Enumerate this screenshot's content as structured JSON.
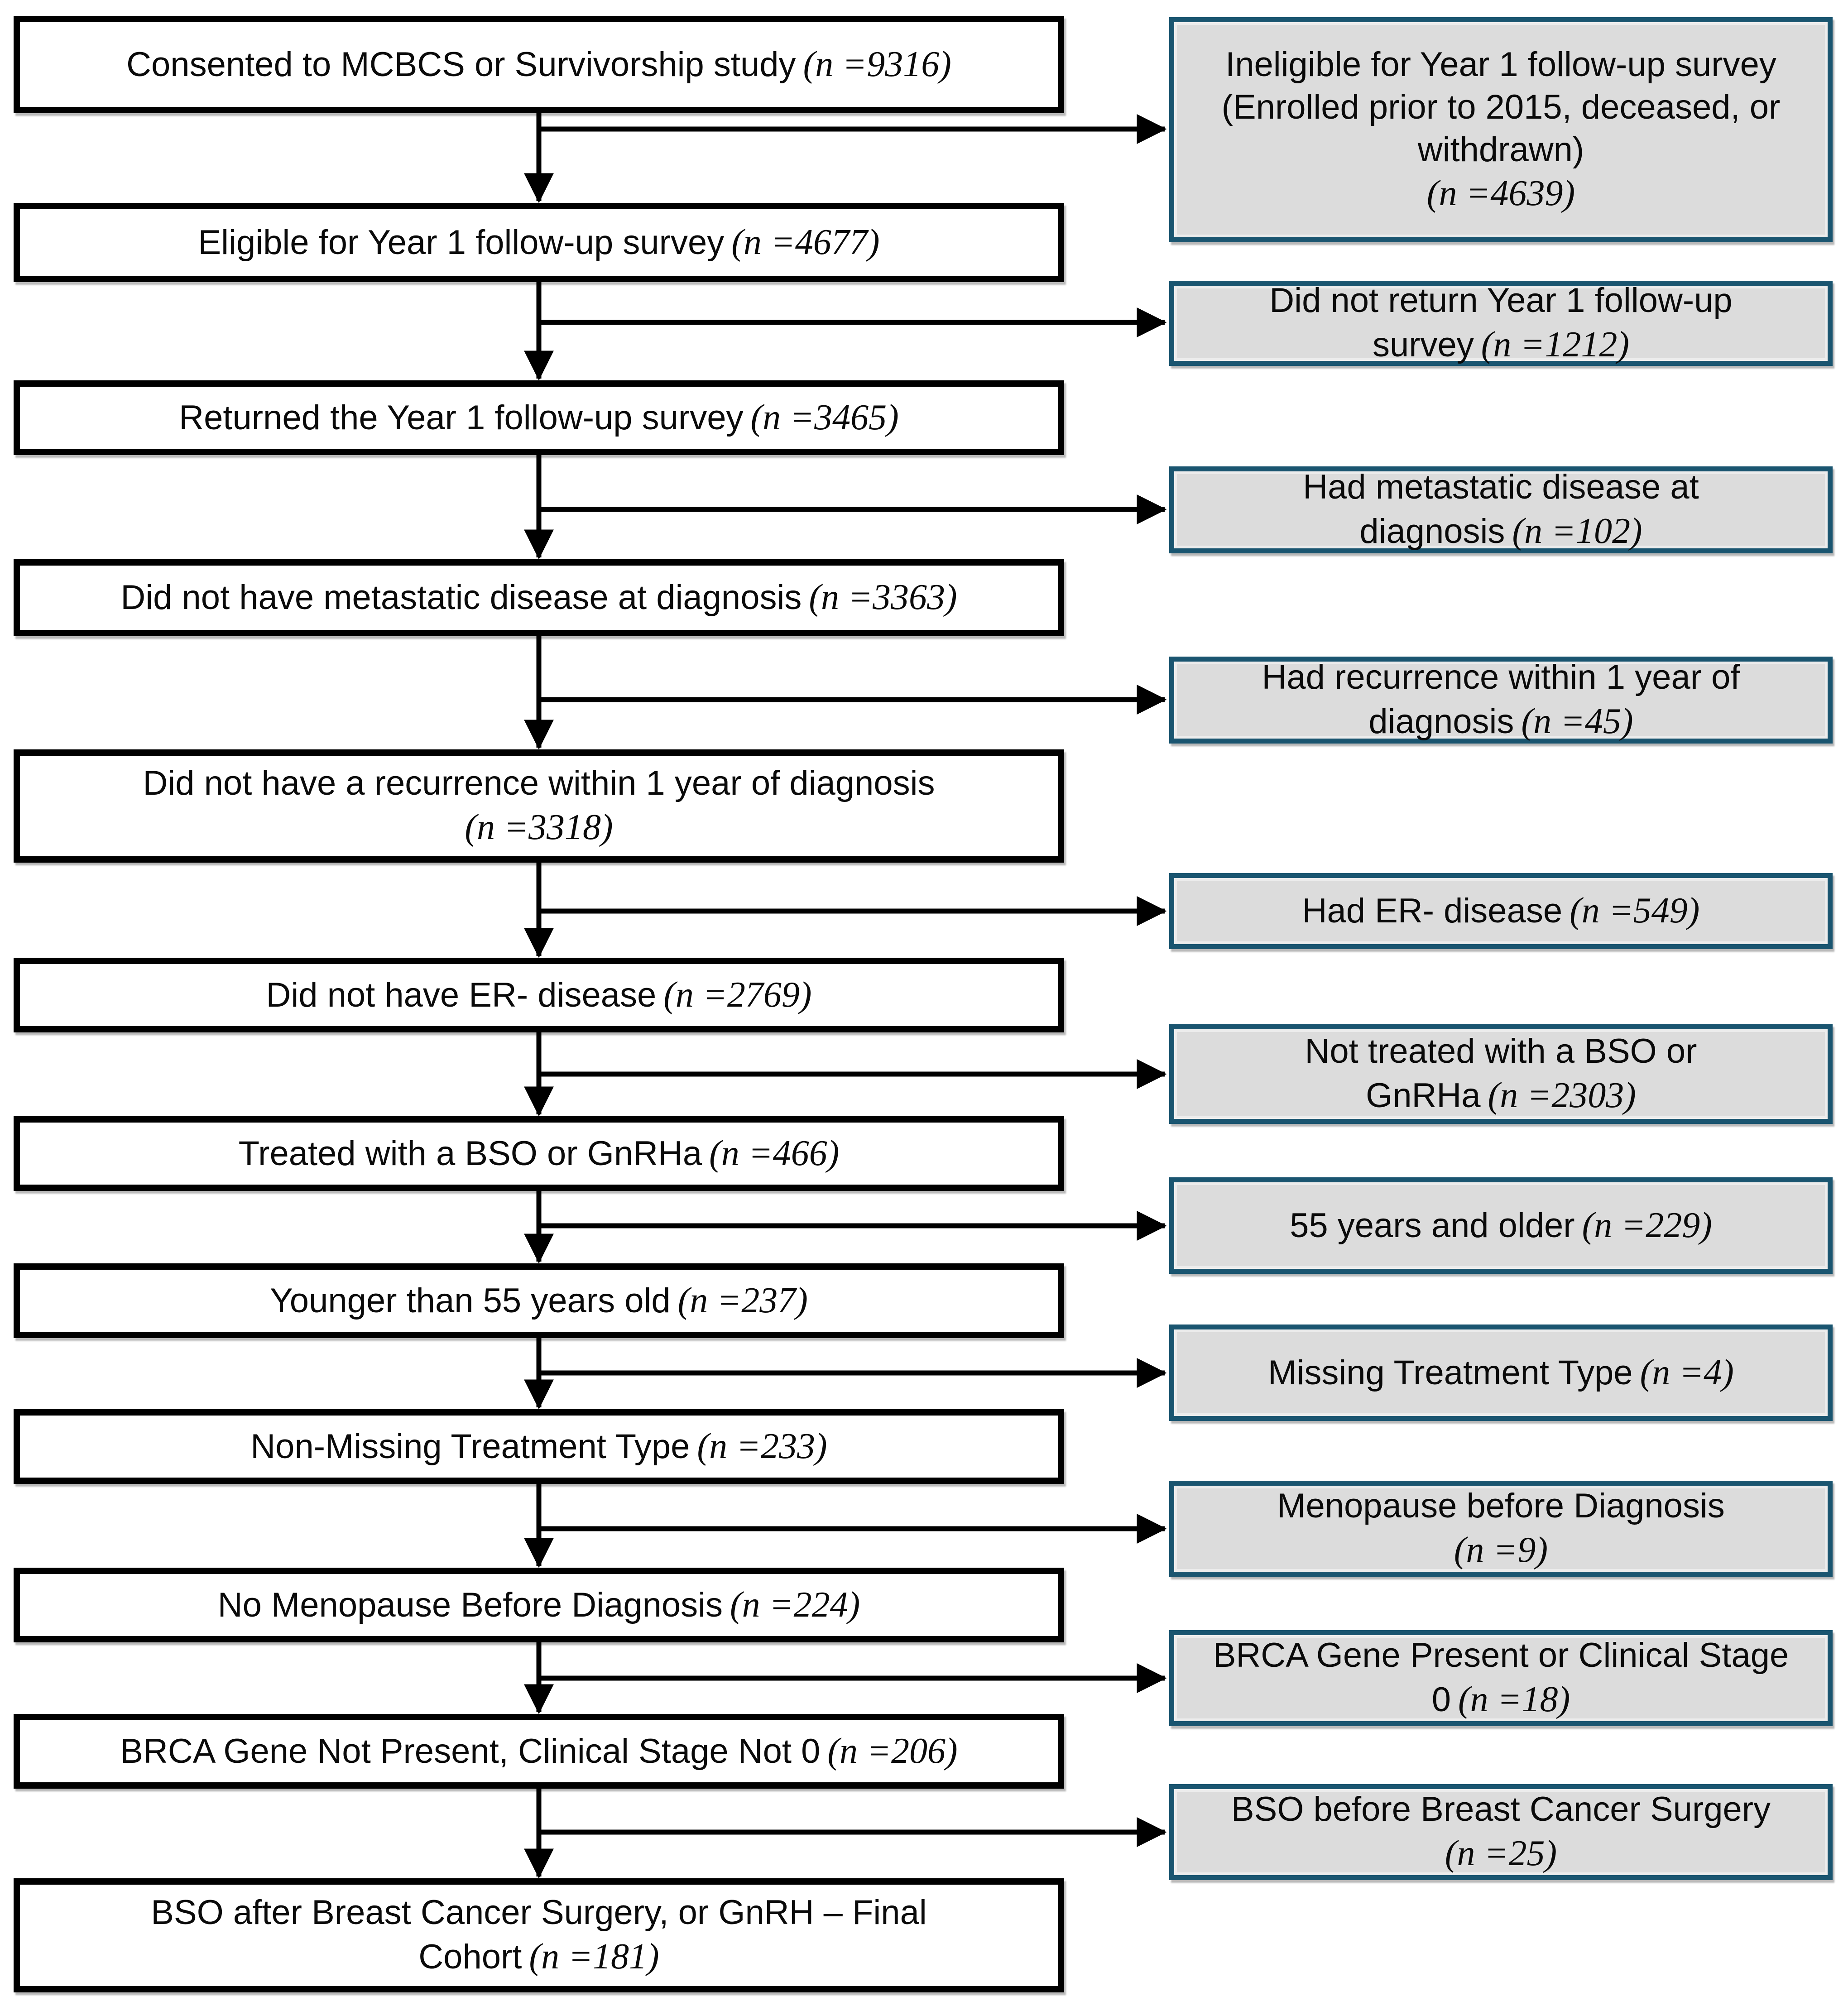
{
  "figure": {
    "type": "study-flow-diagram",
    "description_visible_only": "CONSORT-style participant flow with main cohort boxes on left and exclusion boxes on right"
  },
  "colors": {
    "main_border": "#000000",
    "exclusion_border": "#1a5570",
    "exclusion_fill": "#dcdcdc",
    "text": "#0a0a0a",
    "line": "#000000"
  },
  "main_boxes": [
    {
      "label": "Consented to MCBCS or Survivorship study",
      "n": "(n =9316)"
    },
    {
      "label": "Eligible for Year 1 follow-up survey",
      "n": "(n =4677)"
    },
    {
      "label": "Returned the Year 1 follow-up survey",
      "n": "(n =3465)"
    },
    {
      "label": "Did not have metastatic disease at diagnosis",
      "n": "(n =3363)"
    },
    {
      "label": "Did not have a recurrence within 1 year of diagnosis",
      "n": "(n =3318)"
    },
    {
      "label": "Did not have ER- disease",
      "n": "(n =2769)"
    },
    {
      "label": "Treated with a BSO or GnRHa",
      "n": "(n =466)"
    },
    {
      "label": "Younger than 55 years old",
      "n": "(n =237)"
    },
    {
      "label": "Non-Missing Treatment Type",
      "n": "(n =233)"
    },
    {
      "label": "No Menopause Before Diagnosis",
      "n": "(n =224)"
    },
    {
      "label": "BRCA Gene Not Present, Clinical Stage Not 0",
      "n": "(n =206)"
    },
    {
      "label": "BSO after Breast Cancer Surgery, or GnRH – Final Cohort",
      "n": "(n =181)"
    }
  ],
  "exclusion_boxes": [
    {
      "label": "Ineligible for Year 1 follow-up survey (Enrolled prior to 2015, deceased, or withdrawn)",
      "n": "(n =4639)"
    },
    {
      "label": "Did not return Year 1 follow-up survey",
      "n": "(n =1212)"
    },
    {
      "label": "Had metastatic disease at diagnosis",
      "n": "(n =102)"
    },
    {
      "label": "Had recurrence within 1 year of diagnosis",
      "n": "(n =45)"
    },
    {
      "label": "Had ER- disease",
      "n": "(n =549)"
    },
    {
      "label": "Not treated with a BSO or GnRHa",
      "n": "(n =2303)"
    },
    {
      "label": "55 years and older",
      "n": "(n =229)"
    },
    {
      "label": "Missing Treatment Type",
      "n": "(n =4)"
    },
    {
      "label": "Menopause before Diagnosis",
      "n": "(n =9)"
    },
    {
      "label": "BRCA Gene Present or Clinical Stage 0",
      "n": "(n =18)"
    },
    {
      "label": "BSO before Breast Cancer Surgery",
      "n": "(n =25)"
    }
  ]
}
